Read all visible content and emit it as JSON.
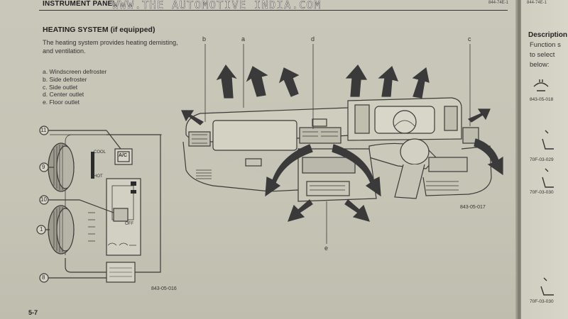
{
  "header": {
    "section": "INSTRUMENT PANEL",
    "page_code": "844-74E-1",
    "page_code_right": "844-74E-1"
  },
  "watermark": "WWW.THE AUTOMOTIVE INDIA.COM",
  "section_title": "HEATING SYSTEM (if equipped)",
  "intro_text": "The heating system provides heating demisting, and ventilation.",
  "legend": [
    "a. Windscreen defroster",
    "b. Side defroster",
    "c. Side outlet",
    "d. Center outlet",
    "e. Floor outlet"
  ],
  "dash_labels": {
    "a": "a",
    "b": "b",
    "c": "c",
    "d": "d",
    "e": "e"
  },
  "panel_labels": {
    "n11": "11",
    "n9": "9",
    "n10": "10",
    "n1": "1",
    "n8": "8",
    "cool": "COOL",
    "hot": "HOT",
    "off": "OFF",
    "ac": "A/C"
  },
  "figure_codes": {
    "left": "843-05-016",
    "right": "843-05-017"
  },
  "page_number": "5-7",
  "right_page": {
    "title": "Description",
    "lines": [
      "Function s",
      "to select",
      "below:"
    ],
    "codes": [
      "843-05-018",
      "70F-03-029",
      "70F-03-030",
      "70F-03-030"
    ]
  }
}
